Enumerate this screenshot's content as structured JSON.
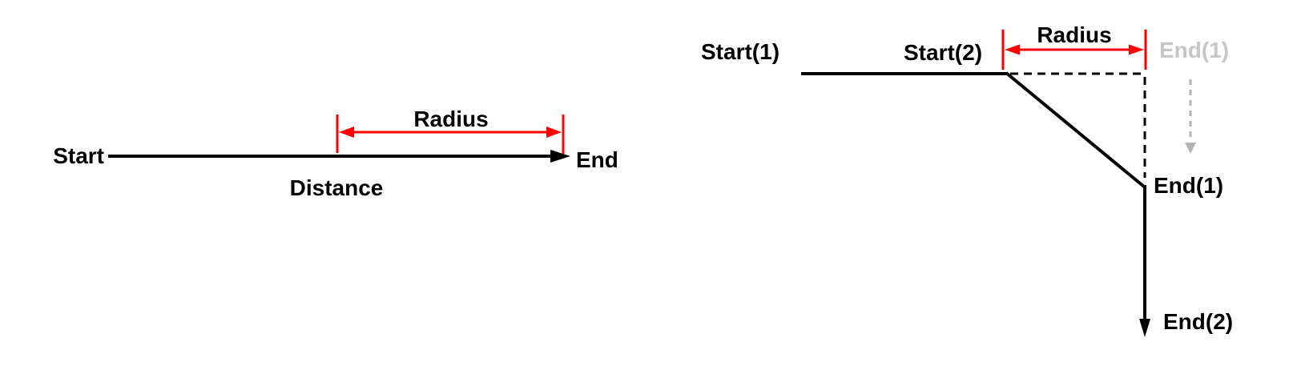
{
  "colors": {
    "background": "#ffffff",
    "ink": "#000000",
    "red": "#fe0000",
    "ghost_text": "#c6c6c6",
    "ghost_arrow": "#b3b3b3"
  },
  "left": {
    "start": "Start",
    "end": "End",
    "distance": "Distance",
    "radius": "Radius"
  },
  "right": {
    "start1": "Start(1)",
    "start2": "Start(2)",
    "radius": "Radius",
    "end1_ghost": "End(1)",
    "end1": "End(1)",
    "end2": "End(2)"
  }
}
